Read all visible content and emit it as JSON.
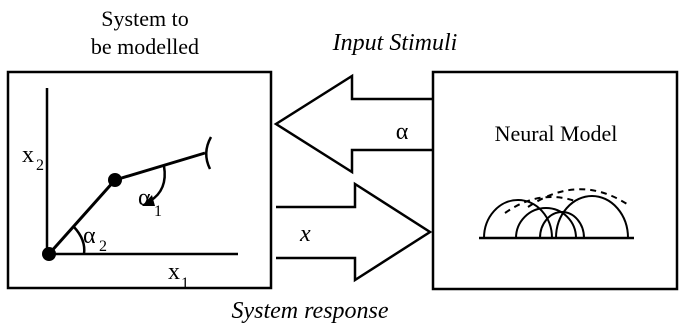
{
  "system_box": {
    "title_line1": "System to",
    "title_line2": "be modelled",
    "axis_x_label": "x",
    "axis_x_sub": "1",
    "axis_y_label": "x",
    "axis_y_sub": "2",
    "angle1_label": "α",
    "angle1_sub": "1",
    "angle2_label": "α",
    "angle2_sub": "2"
  },
  "neural_box": {
    "title": "Neural Model"
  },
  "arrows": {
    "input_caption": "Input  Stimuli",
    "input_symbol": "α",
    "response_caption": "System response",
    "response_symbol": "x"
  },
  "colors": {
    "ink": "#000000",
    "background": "#ffffff"
  }
}
